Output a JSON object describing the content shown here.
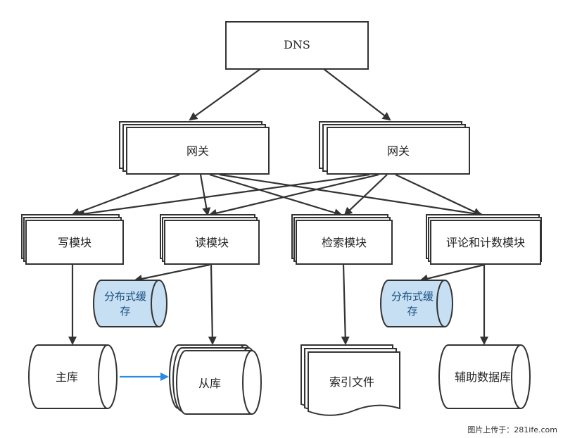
{
  "nodes": {
    "dns": "DNS",
    "gateway_left": "网关",
    "gateway_right": "网关",
    "write_module": "写模块",
    "read_module": "读模块",
    "search_module": "检索模块",
    "comment_module": "评论和计数模块",
    "cache_left_line1": "分布式缓",
    "cache_left_line2": "存",
    "cache_right_line1": "分布式缓",
    "cache_right_line2": "存",
    "master_db": "主库",
    "slave_db": "从库",
    "index_file": "索引文件",
    "aux_db": "辅助数据库"
  },
  "watermark": "图片上传于：281ife.com",
  "colors": {
    "cache_fill": "#c7dff3",
    "replication_arrow": "#2a8ae0",
    "line": "#333333"
  }
}
